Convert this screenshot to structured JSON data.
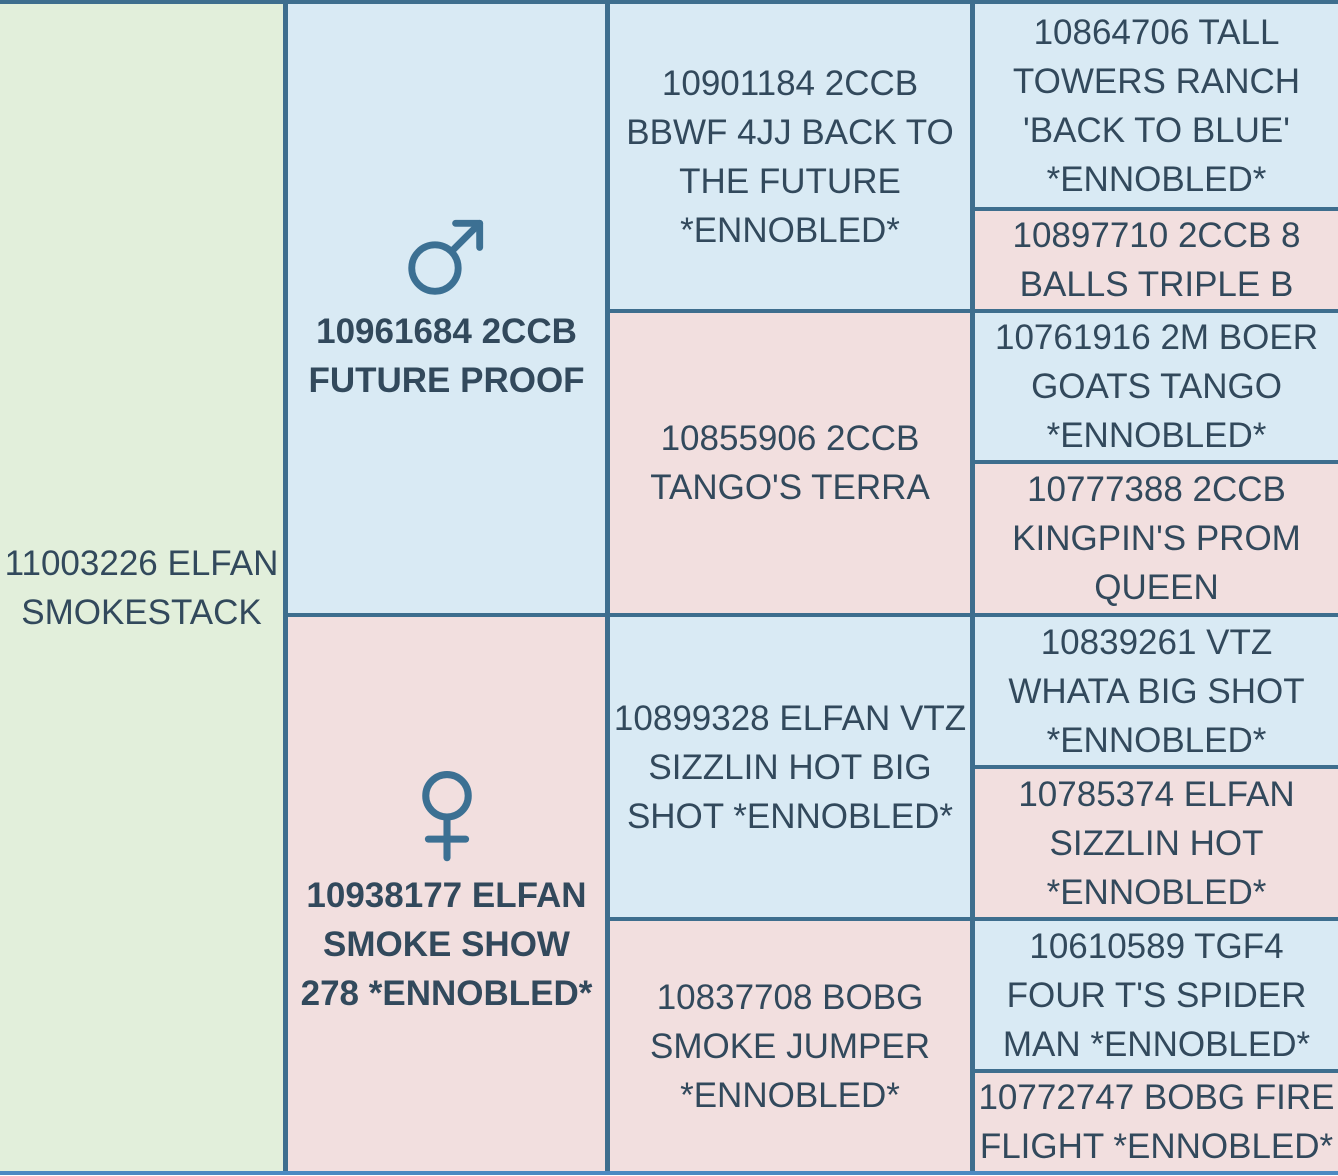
{
  "pedigree_table": {
    "subject": {
      "name": "11003226 ELFAN SMOKESTACK"
    },
    "generation2": [
      {
        "role": "sire",
        "symbol": "male-icon",
        "name": "10961684 2CCB FUTURE PROOF"
      },
      {
        "role": "dam",
        "symbol": "female-icon",
        "name": "10938177 ELFAN SMOKE SHOW 278 *ENNOBLED*"
      }
    ],
    "generation3": [
      {
        "role": "paternal-grandsire",
        "sex": "male",
        "name": "10901184 2CCB BBWF 4JJ BACK TO THE FUTURE *ENNOBLED*"
      },
      {
        "role": "paternal-granddam",
        "sex": "female",
        "name": "10855906 2CCB TANGO'S TERRA"
      },
      {
        "role": "maternal-grandsire",
        "sex": "male",
        "name": "10899328 ELFAN VTZ SIZZLIN HOT BIG SHOT *ENNOBLED*"
      },
      {
        "role": "maternal-granddam",
        "sex": "female",
        "name": "10837708 BOBG SMOKE JUMPER *ENNOBLED*"
      }
    ],
    "generation4": [
      {
        "role": "paternal-grandsire-sire",
        "sex": "male",
        "name": "10864706 TALL TOWERS RANCH 'BACK TO BLUE' *ENNOBLED*"
      },
      {
        "role": "paternal-grandsire-dam",
        "sex": "female",
        "name": "10897710 2CCB 8 BALLS TRIPLE B"
      },
      {
        "role": "paternal-granddam-sire",
        "sex": "male",
        "name": "10761916 2M BOER GOATS TANGO *ENNOBLED*"
      },
      {
        "role": "paternal-granddam-dam",
        "sex": "female",
        "name": "10777388 2CCB KINGPIN'S PROM QUEEN"
      },
      {
        "role": "maternal-grandsire-sire",
        "sex": "male",
        "name": "10839261 VTZ WHATA BIG SHOT *ENNOBLED*"
      },
      {
        "role": "maternal-grandsire-dam",
        "sex": "female",
        "name": "10785374 ELFAN SIZZLIN HOT *ENNOBLED*"
      },
      {
        "role": "maternal-granddam-sire",
        "sex": "male",
        "name": "10610589 TGF4 FOUR T'S SPIDER MAN *ENNOBLED*"
      },
      {
        "role": "maternal-granddam-dam",
        "sex": "female",
        "name": "10772747 BOBG FIRE FLIGHT *ENNOBLED*"
      }
    ],
    "colors": {
      "male_cell_bg": "#d9eaf4",
      "female_cell_bg": "#f2dfdf",
      "subject_cell_bg": "#e2efdb",
      "grid_border": "#3e6e8e",
      "bottom_edge": "#4c8ac2",
      "text": "#32495c",
      "sex_symbol": "#3c7093"
    }
  }
}
